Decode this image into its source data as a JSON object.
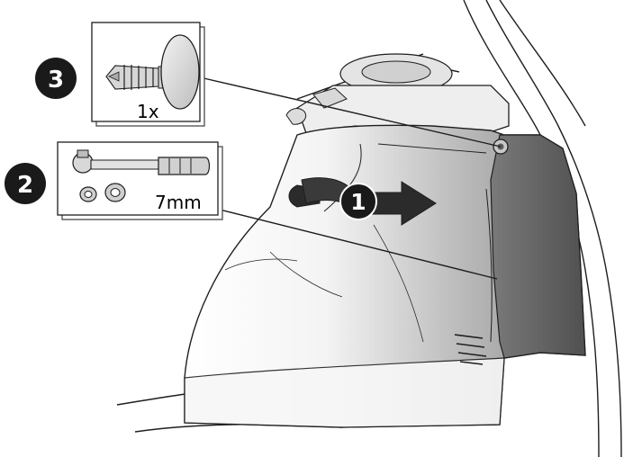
{
  "steps": [
    {
      "number": "1"
    },
    {
      "number": "2"
    },
    {
      "number": "3"
    }
  ],
  "callouts": {
    "fastener_quantity": "1x",
    "socket_size": "7mm"
  },
  "icons": {
    "fastener": "push-clip-icon",
    "tool": "ratchet-wrench-icon",
    "sockets": "socket-icon",
    "removal": "pull-out-arrow-icon"
  },
  "colors": {
    "step_badge": "#1a1a1a",
    "panel_shade": "#5e5e5e",
    "line": "#1e1e1e"
  }
}
